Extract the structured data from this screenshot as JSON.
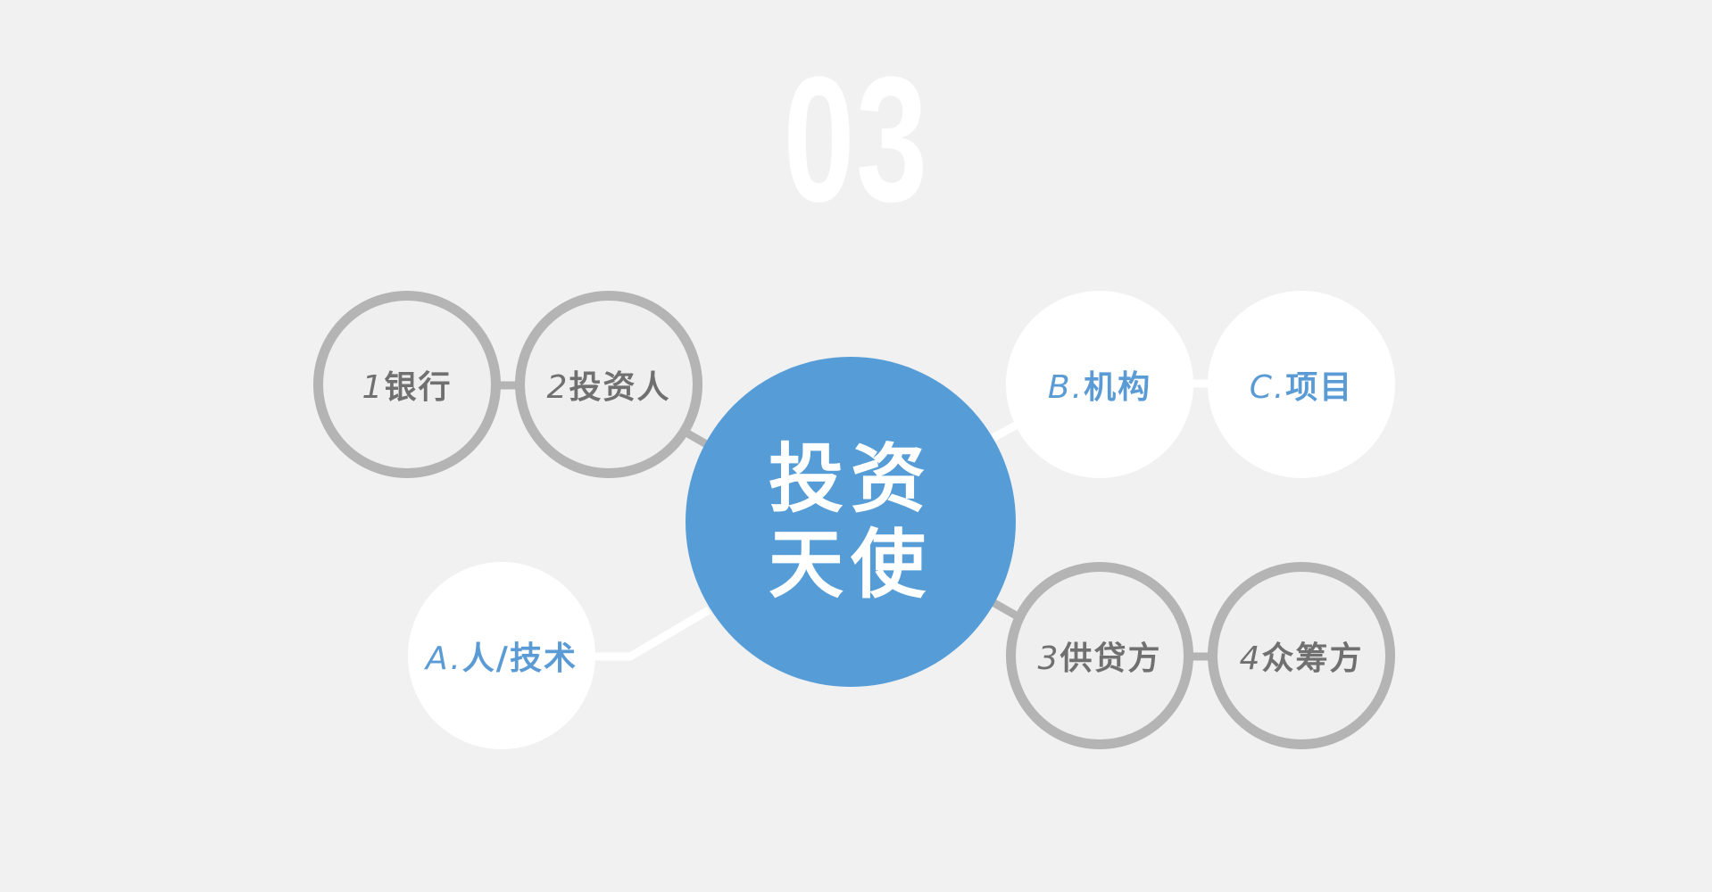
{
  "section_number": "03",
  "center": {
    "line1": "投资",
    "line2": "天使"
  },
  "nodes": {
    "bank": {
      "prefix": "1",
      "label": "银行"
    },
    "investor": {
      "prefix": "2",
      "label": "投资人"
    },
    "supplier": {
      "prefix": "3",
      "label": "供贷方"
    },
    "crowdfunder": {
      "prefix": "4",
      "label": "众筹方"
    },
    "people_tech": {
      "prefix": "A.",
      "label": "人/技术"
    },
    "institution": {
      "prefix": "B.",
      "label": "机构"
    },
    "project": {
      "prefix": "C.",
      "label": "项目"
    }
  },
  "colors": {
    "background": "#f1f1f1",
    "center_fill": "#569dd8",
    "accent_text": "#5b9bd5",
    "gray_ring": "#b4b4b4",
    "gray_text": "#707070",
    "white": "#ffffff"
  }
}
